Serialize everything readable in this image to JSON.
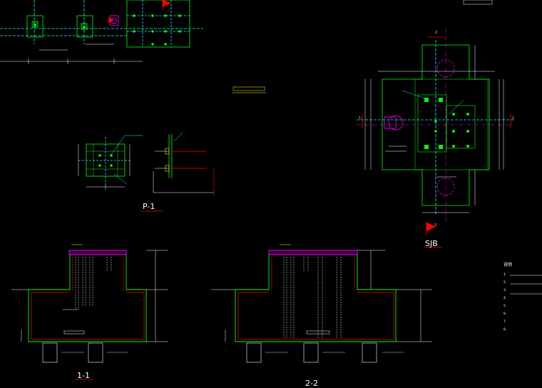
{
  "labels": {
    "view_p1": "P-1",
    "view_sjb": "SJB",
    "section_11": "1-1",
    "section_22": "2-2",
    "mark_1": "1",
    "mark_2": "2"
  },
  "notes": {
    "title": "说明",
    "lines": [
      "1.",
      "2.",
      "3.",
      "4.",
      "5.",
      "6.",
      "7.",
      "8."
    ]
  },
  "colors": {
    "background": "#000000",
    "wall": "#00ff00",
    "bolt": "#00ff00",
    "dimension": "#ffffff",
    "section_mark": "#ff0000",
    "callout": "#ffff00",
    "embed": "#ff00ff",
    "leader": "#00ffff"
  }
}
